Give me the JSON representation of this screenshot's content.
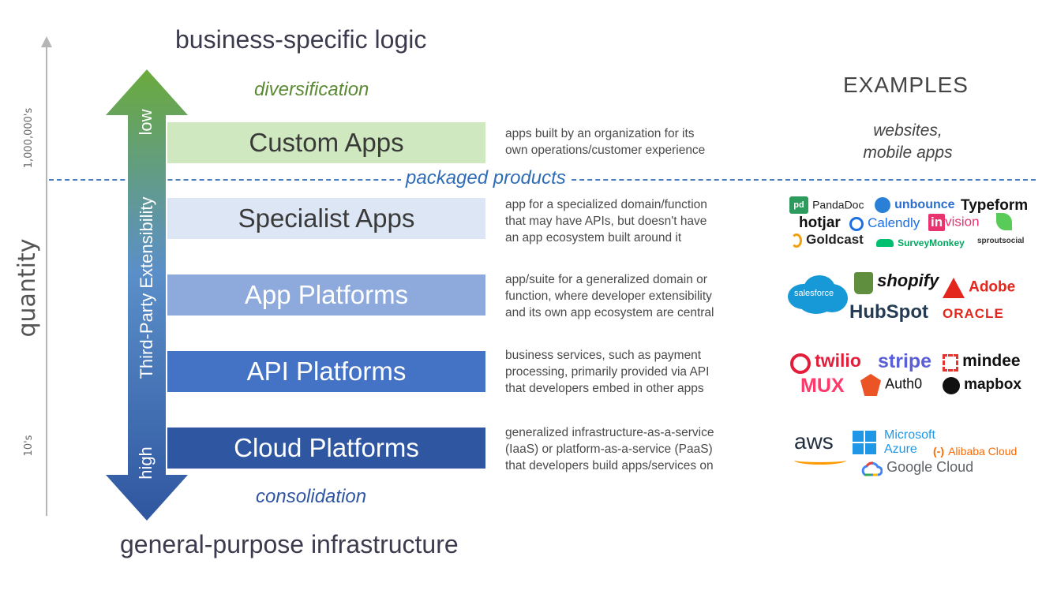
{
  "axis": {
    "title": "quantity",
    "tick_top": "1,000,000's",
    "tick_bottom": "10's"
  },
  "headings": {
    "top": "business-specific logic",
    "bottom": "general-purpose infrastructure",
    "diversification": "diversification",
    "consolidation": "consolidation",
    "packaged": "packaged products"
  },
  "arrow": {
    "low": "low",
    "label": "Third-Party Extensibility",
    "high": "high",
    "colors": {
      "top": "#6aaa3c",
      "bottom": "#2f56a0"
    }
  },
  "examples": {
    "heading": "EXAMPLES",
    "custom_line1": "websites,",
    "custom_line2": "mobile apps"
  },
  "layers": [
    {
      "name": "Custom Apps",
      "desc": [
        "apps built by an organization for its",
        "own operations/customer experience"
      ]
    },
    {
      "name": "Specialist Apps",
      "desc": [
        "app for a specialized domain/function",
        "that may have APIs, but doesn't have",
        "an app ecosystem built around it"
      ]
    },
    {
      "name": "App Platforms",
      "desc": [
        "app/suite for a generalized domain or",
        "function, where developer extensibility",
        "and its own app ecosystem are central"
      ]
    },
    {
      "name": "API Platforms",
      "desc": [
        "business services, such as payment",
        "processing, primarily provided via API",
        "that developers embed in other apps"
      ]
    },
    {
      "name": "Cloud Platforms",
      "desc": [
        "generalized infrastructure-as-a-service",
        "(IaaS) or platform-as-a-service (PaaS)",
        "that developers build apps/services on"
      ]
    }
  ],
  "logos": {
    "specialist": {
      "pandadoc": "PandaDoc",
      "unbounce": "unbounce",
      "typeform": "Typeform",
      "hotjar": "hotjar",
      "calendly": "Calendly",
      "invision": "vision",
      "invision_in": "in",
      "goldcast": "Goldcast",
      "surveymonkey": "SurveyMonkey",
      "sproutsocial": "sproutsocial"
    },
    "app": {
      "salesforce": "salesforce",
      "shopify": "shopify",
      "adobe": "Adobe",
      "hubspot": "HubSpot",
      "oracle": "ORACLE"
    },
    "api": {
      "twilio": "twilio",
      "stripe": "stripe",
      "mindee": "mindee",
      "mux": "MUX",
      "auth0": "Auth0",
      "mapbox": "mapbox"
    },
    "cloud": {
      "aws": "aws",
      "microsoft": "Microsoft",
      "azure": "Azure",
      "alibaba": "Alibaba Cloud",
      "google": "Google Cloud"
    }
  },
  "colors": {
    "custom_bar": "#cfe8c0",
    "specialist_bar": "#dce6f4",
    "app_bar": "#8eaadc",
    "api_bar": "#4472c4",
    "cloud_bar": "#2f56a0",
    "dashed": "#4a7cc0"
  }
}
